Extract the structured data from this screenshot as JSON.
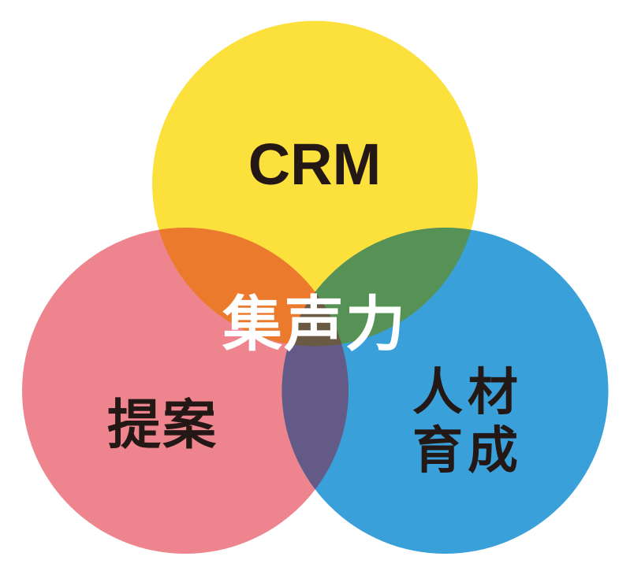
{
  "diagram": {
    "type": "venn-3",
    "center_label": "集声力",
    "circles": [
      {
        "id": "top",
        "label": "CRM",
        "color": "#FCE03C",
        "label_lines": [
          "CRM"
        ]
      },
      {
        "id": "left",
        "label": "提案",
        "color": "#EE848D",
        "label_lines": [
          "提案"
        ]
      },
      {
        "id": "right",
        "label": "人材育成",
        "color": "#3AA0DA",
        "label_lines": [
          "人材",
          "育成"
        ]
      }
    ],
    "overlap_colors": {
      "top_left": "#EC7A2C",
      "top_right": "#569255",
      "left_right": "#645A87",
      "all": "#6A5A43"
    },
    "label_color": "#231815",
    "center_label_color": "#FFFFFF"
  }
}
